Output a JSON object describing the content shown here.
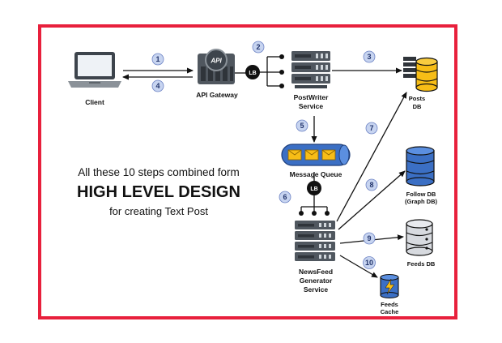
{
  "nodes": {
    "client": "Client",
    "api_gateway": "API Gateway",
    "api_badge": "API",
    "load_balancer": "LB",
    "postwriter": [
      "PostWriter",
      "Service"
    ],
    "posts_db": [
      "Posts",
      "DB"
    ],
    "message_queue": "Message Queue",
    "follow_db": [
      "Follow DB",
      "(Graph DB)"
    ],
    "feeds_db": "Feeds DB",
    "newsfeed": [
      "NewsFeed",
      "Generator",
      "Service"
    ],
    "feeds_cache": [
      "Feeds",
      "Cache"
    ]
  },
  "steps": [
    "1",
    "2",
    "3",
    "4",
    "5",
    "6",
    "7",
    "8",
    "9",
    "10"
  ],
  "caption": {
    "line1": "All these 10 steps combined form",
    "line2": "HIGH LEVEL DESIGN",
    "line3": "for creating Text Post"
  },
  "colors": {
    "frame": "#e8203c",
    "step_badge": "#c7d4f0",
    "server": "#50575f",
    "database_blue": "#3b6fc4",
    "database_yellow": "#f7bd16",
    "database_gray": "#d7dadf",
    "queue": "#3b6fc4",
    "queue_message": "#f7bd16"
  }
}
